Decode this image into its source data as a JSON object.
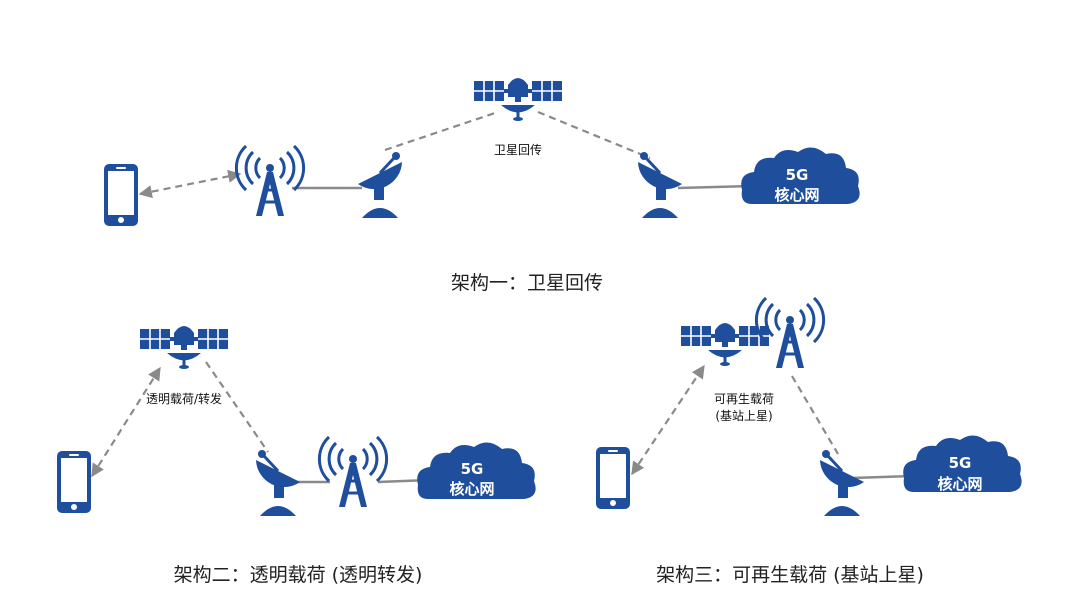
{
  "arch1": {
    "caption": "架构一：卫星回传",
    "satellite_label": "卫星回传",
    "core_line1": "5G",
    "core_line2": "核心网"
  },
  "arch2": {
    "caption": "架构二：透明载荷 (透明转发)",
    "satellite_label": "透明载荷/转发",
    "core_line1": "5G",
    "core_line2": "核心网"
  },
  "arch3": {
    "caption": "架构三：可再生载荷 (基站上星)",
    "satellite_label_line1": "可再生载荷",
    "satellite_label_line2": "(基站上星)",
    "core_line1": "5G",
    "core_line2": "核心网"
  },
  "colors": {
    "icon": "#1f4e9c",
    "link": "#8a8a8a"
  },
  "icons": [
    "satellite-icon",
    "dish-antenna-icon",
    "cell-tower-icon",
    "phone-icon",
    "cloud-icon"
  ]
}
